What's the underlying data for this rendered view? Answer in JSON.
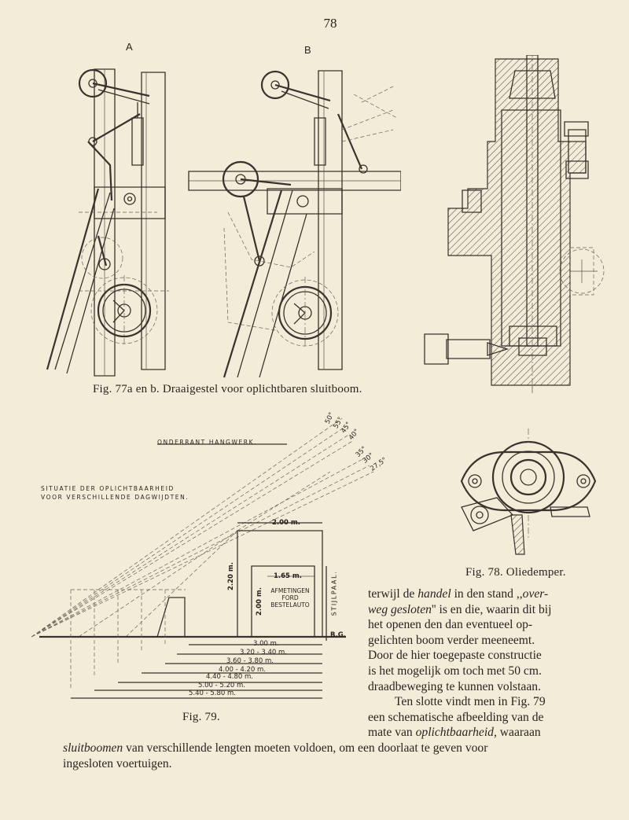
{
  "page": {
    "number": "78"
  },
  "fig77": {
    "label_a": "A",
    "label_b": "B",
    "caption": "Fig. 77a en b. Draaigestel voor oplichtbaren sluitboom."
  },
  "fig78": {
    "caption": "Fig. 78. Oliedemper."
  },
  "fig79": {
    "caption": "Fig. 79.",
    "title_line1": "SITUATIE DER OPLICHTBAARHEID",
    "title_line2": "VOOR VERSCHILLENDE DAGWIJDTEN.",
    "top_label": "ONDERRANT HANGWERK.",
    "angles": [
      "50°",
      "55°",
      "45°",
      "40°",
      "35°",
      "30°",
      "27,5°"
    ],
    "width_200": "2.00 m.",
    "height_220": "2.20 m.",
    "width_165": "1.65 m.",
    "height_200": "2.00 m.",
    "vehicle_label": [
      "AFMETINGEN",
      "FORD",
      "BESTELAUTO"
    ],
    "post_label": "STIJLPAAL.",
    "ground_label": "B.G.",
    "spans": [
      "3.00 m.",
      "3.20 - 3.40 m.",
      "3.60 - 3.80 m.",
      "4.00 - 4.20 m.",
      "4.40 - 4.80 m.",
      "5.00 - 5.20 m.",
      "5.40 - 5.80 m."
    ]
  },
  "text": {
    "p1_l1_a": "terwijl de ",
    "p1_l1_em": "handel",
    "p1_l1_b": " in den stand ,,",
    "p1_l1_em2": "over-",
    "p1_l2_em": "weg gesloten",
    "p1_l2_b": "'' is en die, waarin dit bij",
    "p1_l3": "het openen den dan eventueel op-",
    "p1_l4": "gelichten boom verder meeneemt.",
    "p1_l5": "Door de hier toegepaste constructie",
    "p1_l6": "is het mogelijk om toch met 50 cm.",
    "p1_l7": "draadbeweging te kunnen volstaan.",
    "p2_l1": "Ten slotte vindt men in Fig. 79",
    "p2_l2": "een schematische afbeelding van de",
    "p2_l3_a": "mate van ",
    "p2_l3_em": "oplichtbaarheid,",
    "p2_l3_b": " waaraan",
    "p3_l1_em": "sluitboomen",
    "p3_l1_b": " van verschillende lengten moeten voldoen, om een doorlaat te geven voor",
    "p3_l2": "ingesloten voertuigen."
  }
}
